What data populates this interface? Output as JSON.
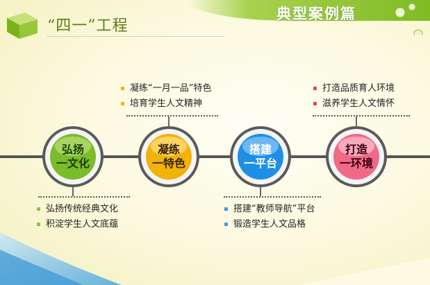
{
  "header": {
    "title": "“四一”工程",
    "section_label": "典型案例篇"
  },
  "nodes": [
    {
      "id": "1",
      "label_line1": "弘扬",
      "label_line2": "一文化",
      "color": "#8bc34a",
      "items": [
        "弘扬传统经典文化",
        "积淀学生人文底蕴"
      ],
      "bullet_color": "#8bc34a"
    },
    {
      "id": "2",
      "label_line1": "凝练",
      "label_line2": "一特色",
      "color": "#f4b400",
      "items": [
        "凝练“一月一品”特色",
        "培育学生人文精神"
      ],
      "bullet_color": "#f2b01e"
    },
    {
      "id": "3",
      "label_line1": "搭建",
      "label_line2": "一平台",
      "color": "#2196f3",
      "items": [
        "搭建“教师导航”平台",
        "锻造学生人文品格"
      ],
      "bullet_color": "#3e9be8"
    },
    {
      "id": "4",
      "label_line1": "打造",
      "label_line2": "一环境",
      "color": "#e53935",
      "items": [
        "打造品质育人环境",
        "滋养学生人文情怀"
      ],
      "bullet_color": "#e5474a"
    }
  ]
}
